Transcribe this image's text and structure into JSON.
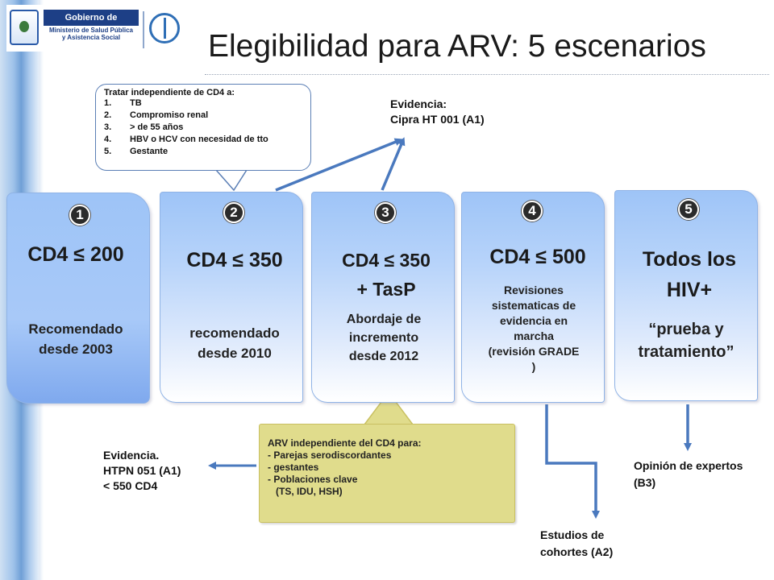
{
  "header": {
    "title": "Elegibilidad para ARV: 5 escenarios",
    "logo_text": "Gobierno de Guatemala",
    "logo_sub1": "Ministerio de Salud Pública",
    "logo_sub2": "y Asistencia Social"
  },
  "callout_top": {
    "heading": "Tratar independiente de CD4 a:",
    "items": [
      {
        "n": "1.",
        "text": "TB"
      },
      {
        "n": "2.",
        "text": "Compromiso renal"
      },
      {
        "n": "3.",
        "text": "> de 55 años"
      },
      {
        "n": "4.",
        "text": "HBV o HCV con necesidad de tto"
      },
      {
        "n": "5.",
        "text": "Gestante"
      }
    ]
  },
  "evidence_top": {
    "line1": "Evidencia:",
    "line2": "Cipra HT 001 (A1)"
  },
  "scenarios": [
    {
      "number": "1",
      "head1": "CD4 ≤ 200",
      "head2": "",
      "sub": [
        "Recomendado",
        "desde 2003"
      ]
    },
    {
      "number": "2",
      "head1": "CD4 ≤ 350",
      "head2": "",
      "sub": [
        "recomendado",
        "desde  2010"
      ]
    },
    {
      "number": "3",
      "head1": "CD4 ≤ 350",
      "head2": "+ TasP",
      "sub": [
        "Abordaje de",
        "incremento",
        "desde 2012"
      ]
    },
    {
      "number": "4",
      "head1": "CD4 ≤ 500",
      "head2": "",
      "sub": [
        "Revisiones",
        "sistematicas de",
        "evidencia en",
        "marcha",
        "(revisión GRADE",
        ")"
      ]
    },
    {
      "number": "5",
      "head1": "Todos los",
      "head2": "HIV+",
      "sub": [
        "“prueba y",
        "tratamiento”"
      ]
    }
  ],
  "callout_bottom": {
    "lines": [
      "ARV independiente del CD4 para:",
      "- Parejas serodiscordantes",
      "- gestantes",
      "- Poblaciones clave",
      "   (TS, IDU, HSH)"
    ]
  },
  "evidence_left": {
    "line1": "Evidencia.",
    "line2": "HTPN 051 (A1)",
    "line3": "< 550 CD4"
  },
  "evidence_cohort": {
    "line1": "Estudios de",
    "line2": "cohortes (A2)"
  },
  "evidence_expert": {
    "line1": "Opinión de expertos",
    "line2": "(B3)"
  },
  "colors": {
    "box_top": "#9ec4f7",
    "box_bottom": "#ffffff",
    "callout": "#e0dc8c",
    "arrow": "#4a79be"
  }
}
